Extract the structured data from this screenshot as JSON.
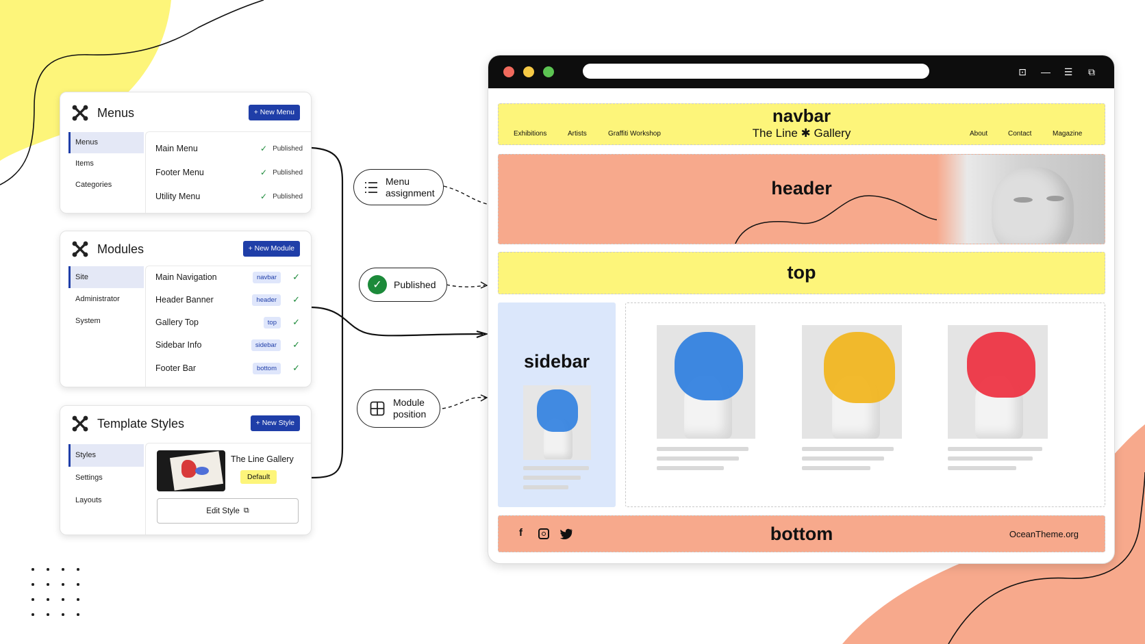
{
  "colors": {
    "accent_blue": "#1f3ea8",
    "yellow_bg": "#fdf57a",
    "peach_bg": "#f7a98c",
    "check_green": "#1c8a3a",
    "sidebar_blue": "#dbe7fb"
  },
  "menus_card": {
    "icon": "joomla-icon",
    "title": "Menus",
    "new_button": "+ New Menu",
    "nav": [
      "Menus",
      "Items",
      "Categories"
    ],
    "rows": [
      {
        "name": "Main Menu",
        "status": "Published"
      },
      {
        "name": "Footer Menu",
        "status": "Published"
      },
      {
        "name": "Utility Menu",
        "status": "Published"
      }
    ]
  },
  "modules_card": {
    "icon": "joomla-icon",
    "title": "Modules",
    "new_button": "+ New Module",
    "nav": [
      "Site",
      "Administrator",
      "System"
    ],
    "rows": [
      {
        "name": "Main Navigation",
        "position": "navbar"
      },
      {
        "name": "Header Banner",
        "position": "header"
      },
      {
        "name": "Gallery Top",
        "position": "top"
      },
      {
        "name": "Sidebar Info",
        "position": "sidebar"
      },
      {
        "name": "Footer Bar",
        "position": "bottom"
      }
    ]
  },
  "styles_card": {
    "icon": "joomla-icon",
    "title": "Template Styles",
    "new_button": "+ New Style",
    "nav": [
      "Styles",
      "Settings",
      "Layouts"
    ],
    "style_name": "The Line Gallery",
    "default_badge": "Default",
    "edit_button": "Edit Style"
  },
  "labels": {
    "menu_assignment": [
      "Menu",
      "assignment"
    ],
    "published": "Published",
    "module_position": [
      "Module",
      "position"
    ]
  },
  "browser": {
    "navbar": {
      "label": "navbar",
      "brand": "The Line ✱ Gallery",
      "links_left": [
        "Exhibitions",
        "Artists",
        "Graffiti Workshop"
      ],
      "links_right": [
        "About",
        "Contact",
        "Magazine"
      ]
    },
    "header": {
      "label": "header"
    },
    "top": {
      "label": "top"
    },
    "sidebar": {
      "label": "sidebar"
    },
    "bottom": {
      "label": "bottom",
      "site": "OceanTheme.org",
      "social_icons": [
        "facebook-icon",
        "instagram-icon",
        "twitter-icon"
      ]
    },
    "gallery_colors": [
      "#2f7fe0",
      "#f2b51c",
      "#ee3040"
    ]
  }
}
